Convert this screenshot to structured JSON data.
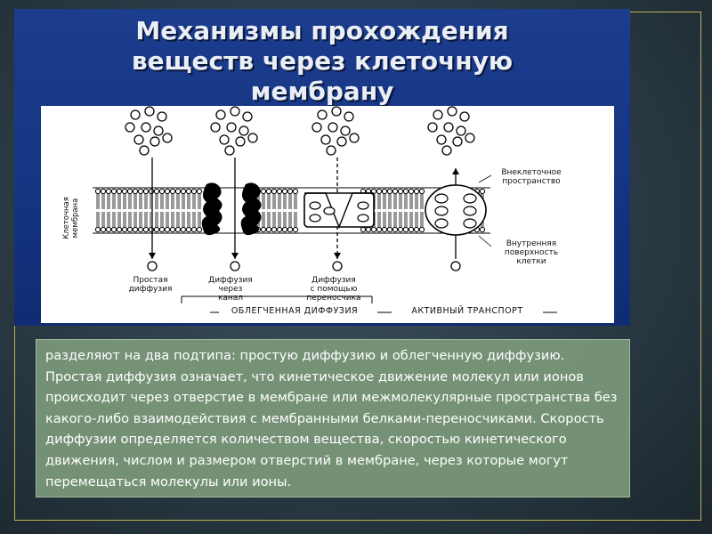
{
  "slide": {
    "title_lines": [
      "Механизмы прохождения",
      "веществ через клеточную",
      "мембрану"
    ],
    "body_text": "разделяют на два подтипа: простую диффузию и облегченную диффузию. Простая диффузия означает, что кинетическое движение молекул или ионов происходит через отверстие в мембране или межмолекулярные пространства без какого-либо взаимодействия с мембранными белками-переносчиками. Скорость диффузии определяется количеством вещества, скоростью кинетического движения, числом и размером отверстий в мембране, через которые могут перемещаться молекулы или ионы."
  },
  "diagram": {
    "membrane_label": "Клеточная мембрана",
    "outside_label": "Внеклеточное\nпространство",
    "inside_label": "Внутренняя\nповерхность\nклетки",
    "mechanisms": [
      "Простая\nдиффузия",
      "Диффузия\nчерез\nканал",
      "Диффузия\nс помощью\nпереносчика"
    ],
    "group_facilitated": "ОБЛЕГЧЕННАЯ ДИФФУЗИЯ",
    "group_active": "АКТИВНЫЙ ТРАНСПОРТ"
  },
  "colors": {
    "slide_bg": "#2f434e",
    "title_bg": "#153683",
    "title_text": "#e9eef7",
    "text_box_bg": "#7b987a",
    "frame_border": "#b9b35a"
  }
}
